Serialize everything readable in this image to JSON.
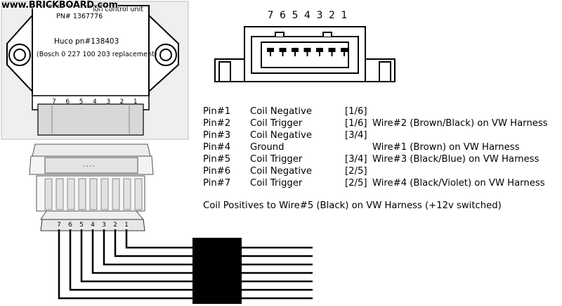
{
  "watermark": "www.BRICKBOARD.com",
  "module": {
    "title_partial": "ion control unit",
    "pn_partial": "PN# 1367776",
    "huco": "Huco pn#138403",
    "bosch": "(Bosch 0 227 100 203 replacement)",
    "pin_numbers": [
      "7",
      "6",
      "5",
      "4",
      "3",
      "2",
      "1"
    ]
  },
  "connector_pin_numbers": [
    "7",
    "6",
    "5",
    "4",
    "3",
    "2",
    "1"
  ],
  "pins": [
    {
      "pin": "Pin#1",
      "function": "Coil Negative",
      "map": "[1/6]",
      "wire": ""
    },
    {
      "pin": "Pin#2",
      "function": "Coil Trigger",
      "map": "[1/6]",
      "wire": "Wire#2 (Brown/Black) on VW Harness"
    },
    {
      "pin": "Pin#3",
      "function": "Coil Negative",
      "map": "[3/4]",
      "wire": ""
    },
    {
      "pin": "Pin#4",
      "function": "Ground",
      "map": "",
      "wire": "Wire#1 (Brown) on VW Harness"
    },
    {
      "pin": "Pin#5",
      "function": "Coil Trigger",
      "map": "[3/4]",
      "wire": "Wire#3 (Black/Blue) on VW Harness"
    },
    {
      "pin": "Pin#6",
      "function": "Coil Negative",
      "map": "[2/5]",
      "wire": ""
    },
    {
      "pin": "Pin#7",
      "function": "Coil Trigger",
      "map": "[2/5]",
      "wire": "Wire#4 (Black/Violet) on VW Harness"
    }
  ],
  "coil_note": "Coil Positives to Wire#5 (Black) on VW Harness (+12v switched)",
  "plug_pin_numbers": [
    "7",
    "6",
    "5",
    "4",
    "3",
    "2",
    "1"
  ]
}
